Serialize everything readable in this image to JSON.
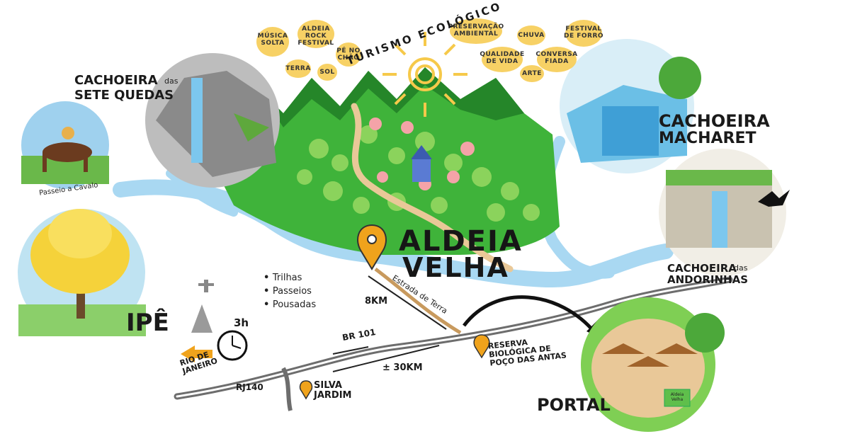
{
  "title": "TURISMO ECOLÓGICO",
  "place": {
    "line1": "ALDEIA",
    "line2": "VELHA"
  },
  "activities": [
    "Trilhas",
    "Passeios",
    "Pousadas"
  ],
  "tags": [
    {
      "text": "MÚSICA SOLTA"
    },
    {
      "text": "ALDEIA ROCK FESTIVAL"
    },
    {
      "text": "PÉ NO CHÃO"
    },
    {
      "text": "TERRA"
    },
    {
      "text": "SOL"
    },
    {
      "text": "PRESERVAÇÃO AMBIENTAL"
    },
    {
      "text": "CHUVA"
    },
    {
      "text": "FESTIVAL DE FORRÓ"
    },
    {
      "text": "QUALIDADE DE VIDA"
    },
    {
      "text": "CONVERSA FIADA"
    },
    {
      "text": "ARTE"
    }
  ],
  "attractions": {
    "sete_quedas": {
      "main": "CACHOEIRA",
      "small": "das",
      "sub": "SETE QUEDAS"
    },
    "macharet": {
      "main": "CACHOEIRA",
      "sub": "MACHARET"
    },
    "andorinhas": {
      "main": "CACHOEIRA",
      "small": "das",
      "sub": "ANDORINHAS"
    },
    "horse": "Passeio a Cavalo",
    "ipe": "IPÊ",
    "portal": "PORTAL",
    "portal_sign": "Aldeia Velha"
  },
  "roads": {
    "estrada": "Estrada de Terra",
    "dist_8km": "8KM",
    "br101": "BR 101",
    "dist_30km": "± 30KM",
    "rj140": "RJ140",
    "rio": "RIO DE JANEIRO",
    "time": "3h"
  },
  "places": {
    "silva_jardim": "SILVA JARDIM",
    "reserva": "RESERVA BIOLÓGICA DE POÇO DAS ANTAS"
  },
  "colors": {
    "green": "#3fb33a",
    "dark_green": "#1f7a26",
    "river": "#a9d8f2",
    "sun": "#f6c94a",
    "pin": "#f0a31c",
    "road": "#6d6d6d"
  }
}
